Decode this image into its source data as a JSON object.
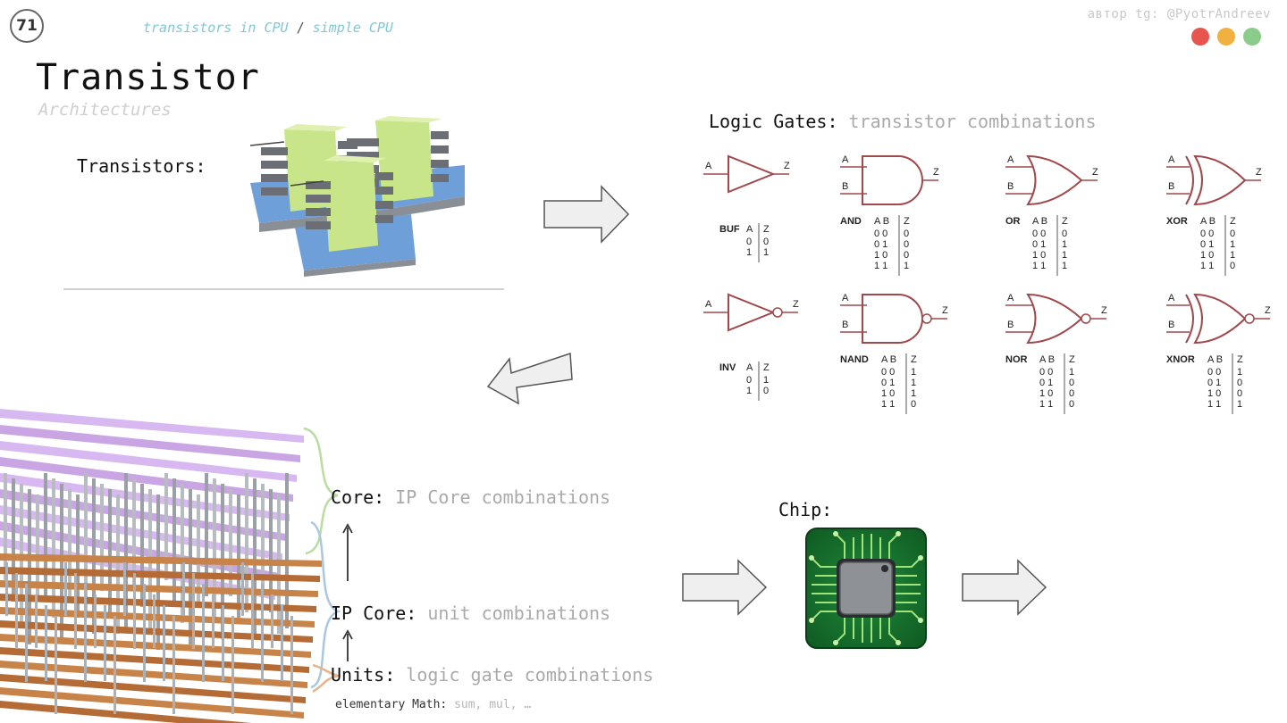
{
  "header": {
    "slide_number": "71",
    "breadcrumb": [
      "transistors in CPU",
      "simple CPU"
    ],
    "breadcrumb_separator": "/",
    "author": "автор tg: @PyotrAndreev",
    "dots": [
      "#e8554e",
      "#f2b13e",
      "#8ccc8a"
    ]
  },
  "title": "Transistor",
  "subtitle": "Architectures",
  "transistors_label": "Transistors:",
  "logic_gates": {
    "label": "Logic Gates:",
    "note": "transistor combinations",
    "gates": [
      {
        "name": "BUF",
        "inputs": [
          "A"
        ],
        "output": "Z",
        "header": [
          "A",
          "Z"
        ],
        "rows": [
          "0 0",
          "1 1"
        ]
      },
      {
        "name": "AND",
        "inputs": [
          "A",
          "B"
        ],
        "output": "Z",
        "header": [
          "A B",
          "Z"
        ],
        "rows": [
          "0 0 0",
          "0 1 0",
          "1 0 0",
          "1 1 1"
        ]
      },
      {
        "name": "OR",
        "inputs": [
          "A",
          "B"
        ],
        "output": "Z",
        "header": [
          "A B",
          "Z"
        ],
        "rows": [
          "0 0 0",
          "0 1 1",
          "1 0 1",
          "1 1 1"
        ]
      },
      {
        "name": "XOR",
        "inputs": [
          "A",
          "B"
        ],
        "output": "Z",
        "header": [
          "A B",
          "Z"
        ],
        "rows": [
          "0 0 0",
          "0 1 1",
          "1 0 1",
          "1 1 0"
        ]
      },
      {
        "name": "INV",
        "inputs": [
          "A"
        ],
        "output": "Z",
        "header": [
          "A",
          "Z"
        ],
        "rows": [
          "0 1",
          "1 0"
        ]
      },
      {
        "name": "NAND",
        "inputs": [
          "A",
          "B"
        ],
        "output": "Z",
        "header": [
          "A B",
          "Z"
        ],
        "rows": [
          "0 0 1",
          "0 1 1",
          "1 0 1",
          "1 1 0"
        ]
      },
      {
        "name": "NOR",
        "inputs": [
          "A",
          "B"
        ],
        "output": "Z",
        "header": [
          "A B",
          "Z"
        ],
        "rows": [
          "0 0 1",
          "0 1 0",
          "1 0 0",
          "1 1 0"
        ]
      },
      {
        "name": "XNOR",
        "inputs": [
          "A",
          "B"
        ],
        "output": "Z",
        "header": [
          "A B",
          "Z"
        ],
        "rows": [
          "0 0 1",
          "0 1 0",
          "1 0 0",
          "1 1 1"
        ]
      }
    ]
  },
  "hierarchy": {
    "core": {
      "label": "Core:",
      "note": "IP Core combinations"
    },
    "ip_core": {
      "label": "IP Core:",
      "note": "unit combinations"
    },
    "units": {
      "label": "Units:",
      "note": "logic gate combinations"
    },
    "elementary": {
      "label": "elementary Math:",
      "note": "sum, mul, …"
    }
  },
  "chip_label": "Chip:",
  "colors": {
    "gate_stroke": "#a0484b",
    "muted_text": "#aaaaaa",
    "breadcrumb": "#7ec9d8",
    "brace_green": "#b9dd9e",
    "brace_blue": "#a9c8df",
    "brace_orange": "#e6b48b"
  }
}
